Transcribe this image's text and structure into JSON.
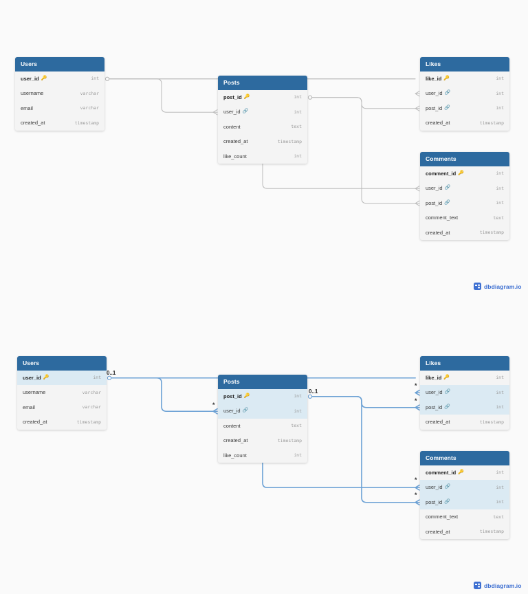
{
  "canvas": {
    "background": "#fafafa",
    "header_color": "#2d6a9f",
    "row_color": "#f4f4f4",
    "highlight_row_color": "#dbeaf3",
    "edge_color": "#b9b9b9",
    "edge_highlight_color": "#6aa0d4",
    "watermark_color": "#3d6fd1"
  },
  "watermark": {
    "label": "dbdiagram.io",
    "icon": "dbdiagram-logo-icon"
  },
  "icons": {
    "primary_key": "key-icon",
    "foreign_key": "link-icon"
  },
  "tables": {
    "users": {
      "name": "Users",
      "fields": [
        {
          "name": "user_id",
          "type": "int",
          "key": "pk"
        },
        {
          "name": "username",
          "type": "varchar",
          "key": ""
        },
        {
          "name": "email",
          "type": "varchar",
          "key": ""
        },
        {
          "name": "created_at",
          "type": "timestamp",
          "key": ""
        }
      ]
    },
    "posts": {
      "name": "Posts",
      "fields": [
        {
          "name": "post_id",
          "type": "int",
          "key": "pk"
        },
        {
          "name": "user_id",
          "type": "int",
          "key": "fk"
        },
        {
          "name": "content",
          "type": "text",
          "key": ""
        },
        {
          "name": "created_at",
          "type": "timestamp",
          "key": ""
        },
        {
          "name": "like_count",
          "type": "int",
          "key": ""
        }
      ]
    },
    "likes": {
      "name": "Likes",
      "fields": [
        {
          "name": "like_id",
          "type": "int",
          "key": "pk"
        },
        {
          "name": "user_id",
          "type": "int",
          "key": "fk"
        },
        {
          "name": "post_id",
          "type": "int",
          "key": "fk"
        },
        {
          "name": "created_at",
          "type": "timestamp",
          "key": ""
        }
      ]
    },
    "comments": {
      "name": "Comments",
      "fields": [
        {
          "name": "comment_id",
          "type": "int",
          "key": "pk"
        },
        {
          "name": "user_id",
          "type": "int",
          "key": "fk"
        },
        {
          "name": "post_id",
          "type": "int",
          "key": "fk"
        },
        {
          "name": "comment_text",
          "type": "text",
          "key": ""
        },
        {
          "name": "created_at",
          "type": "timestamp",
          "key": ""
        }
      ]
    }
  },
  "relationships": [
    {
      "from": "Users.user_id",
      "to": "Posts.user_id",
      "from_card": "0..1",
      "to_card": "*"
    },
    {
      "from": "Users.user_id",
      "to": "Likes.user_id",
      "from_card": "0..1",
      "to_card": "*"
    },
    {
      "from": "Users.user_id",
      "to": "Comments.user_id",
      "from_card": "0..1",
      "to_card": "*"
    },
    {
      "from": "Posts.post_id",
      "to": "Likes.post_id",
      "from_card": "0..1",
      "to_card": "*"
    },
    {
      "from": "Posts.post_id",
      "to": "Comments.post_id",
      "from_card": "0..1",
      "to_card": "*"
    }
  ],
  "cardinality_labels": {
    "one_optional": "0..1",
    "many": "*"
  },
  "diagrams": [
    {
      "id": "top",
      "highlighted": false,
      "label": "schema-diagram-plain"
    },
    {
      "id": "bottom",
      "highlighted": true,
      "label": "schema-diagram-annotated"
    }
  ]
}
